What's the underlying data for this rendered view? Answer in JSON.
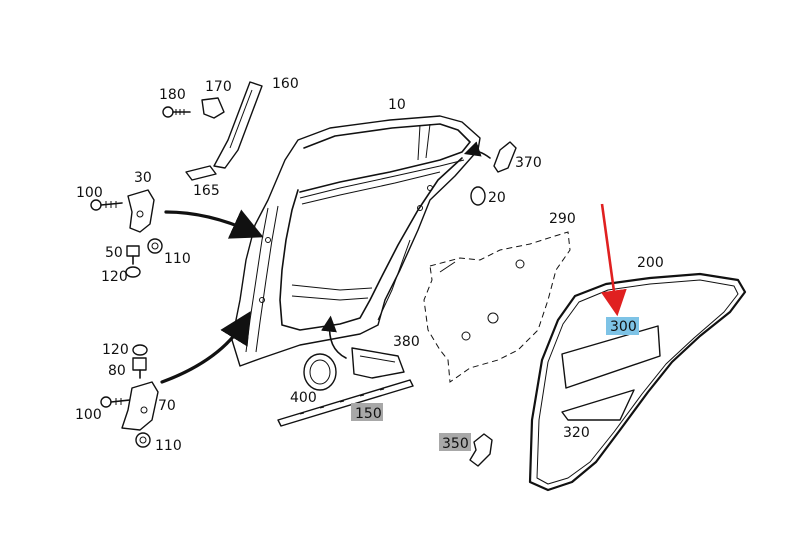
{
  "labels": {
    "p10": "10",
    "p20": "20",
    "p30": "30",
    "p50": "50",
    "p70": "70",
    "p80": "80",
    "p100a": "100",
    "p100b": "100",
    "p110a": "110",
    "p110b": "110",
    "p120a": "120",
    "p120b": "120",
    "p150": "150",
    "p160": "160",
    "p165": "165",
    "p170": "170",
    "p180": "180",
    "p200": "200",
    "p290": "290",
    "p300": "300",
    "p320": "320",
    "p350": "350",
    "p370": "370",
    "p380": "380",
    "p400": "400"
  },
  "colors": {
    "highlight_gray": "#a8a8a8",
    "highlight_blue": "#7ec3e6",
    "pointer_arrow": "#e02020"
  }
}
